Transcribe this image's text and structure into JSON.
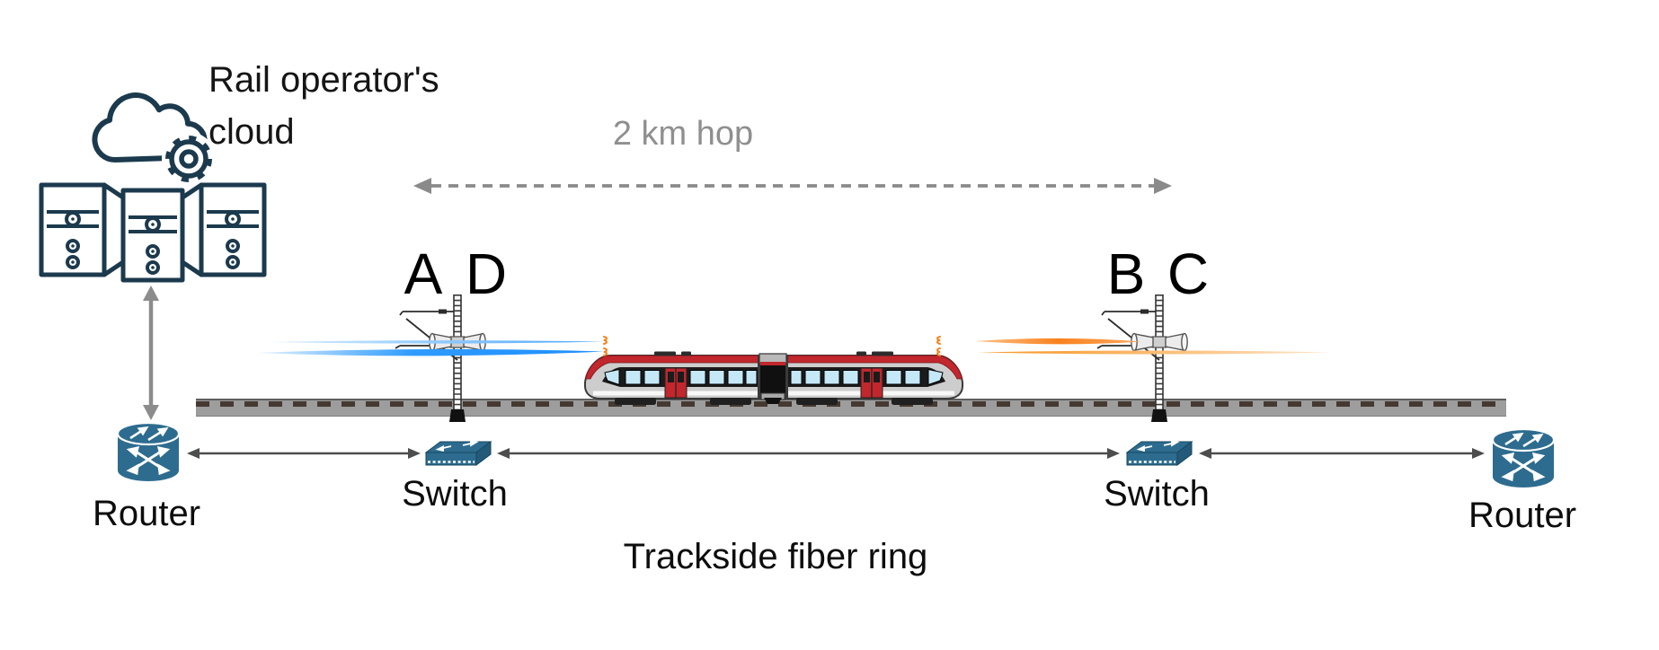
{
  "cloud": {
    "line1": "Rail operator's",
    "line2": "cloud"
  },
  "hop": {
    "label": "2 km hop"
  },
  "masts": {
    "left": {
      "a": "A",
      "d": "D"
    },
    "right": {
      "b": "B",
      "c": "C"
    }
  },
  "devices": {
    "router_left": "Router",
    "router_right": "Router",
    "switch_left": "Switch",
    "switch_right": "Switch"
  },
  "fiber": {
    "label": "Trackside fiber ring"
  },
  "icons": {
    "cloud": "cloud-gear-icon",
    "servers": "server-stack-icon",
    "router": "router-cylinder-icon",
    "switch": "switch-box-icon",
    "mast": "antenna-mast-icon",
    "train": "train-icon",
    "waves_left": "radio-waves-blue",
    "waves_right": "radio-waves-orange"
  },
  "colors": {
    "icon_outline": "#1c3a4d",
    "device_teal": "#2d6c8f",
    "wave_blue": "#1e8ffe",
    "wave_orange": "#f8821e",
    "train_red": "#c1272d",
    "window_blue": "#c5e8f7",
    "arrow_gray": "#8c8c8c",
    "hop_text_gray": "#8f8f8f"
  }
}
